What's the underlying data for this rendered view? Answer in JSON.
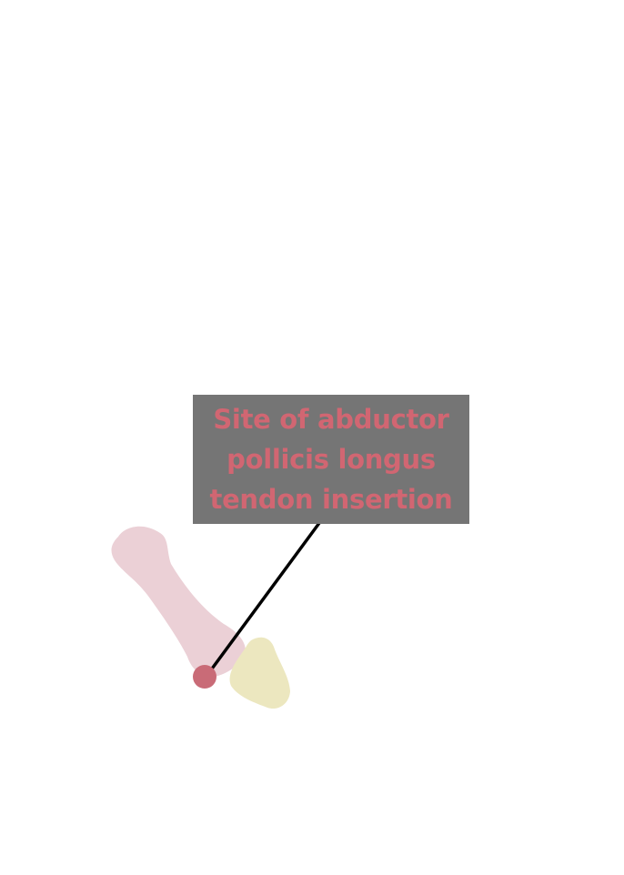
{
  "annotation": {
    "lines": [
      "Site of abductor",
      "pollicis longus",
      "tendon insertion"
    ]
  },
  "colors": {
    "label_text": "#d16672",
    "label_background": "#757575",
    "metacarpal_bone": "#ebd0d6",
    "trapezium_bone": "#ece7bf",
    "insertion_marker": "#c96b77",
    "leader_line": "#000000"
  }
}
